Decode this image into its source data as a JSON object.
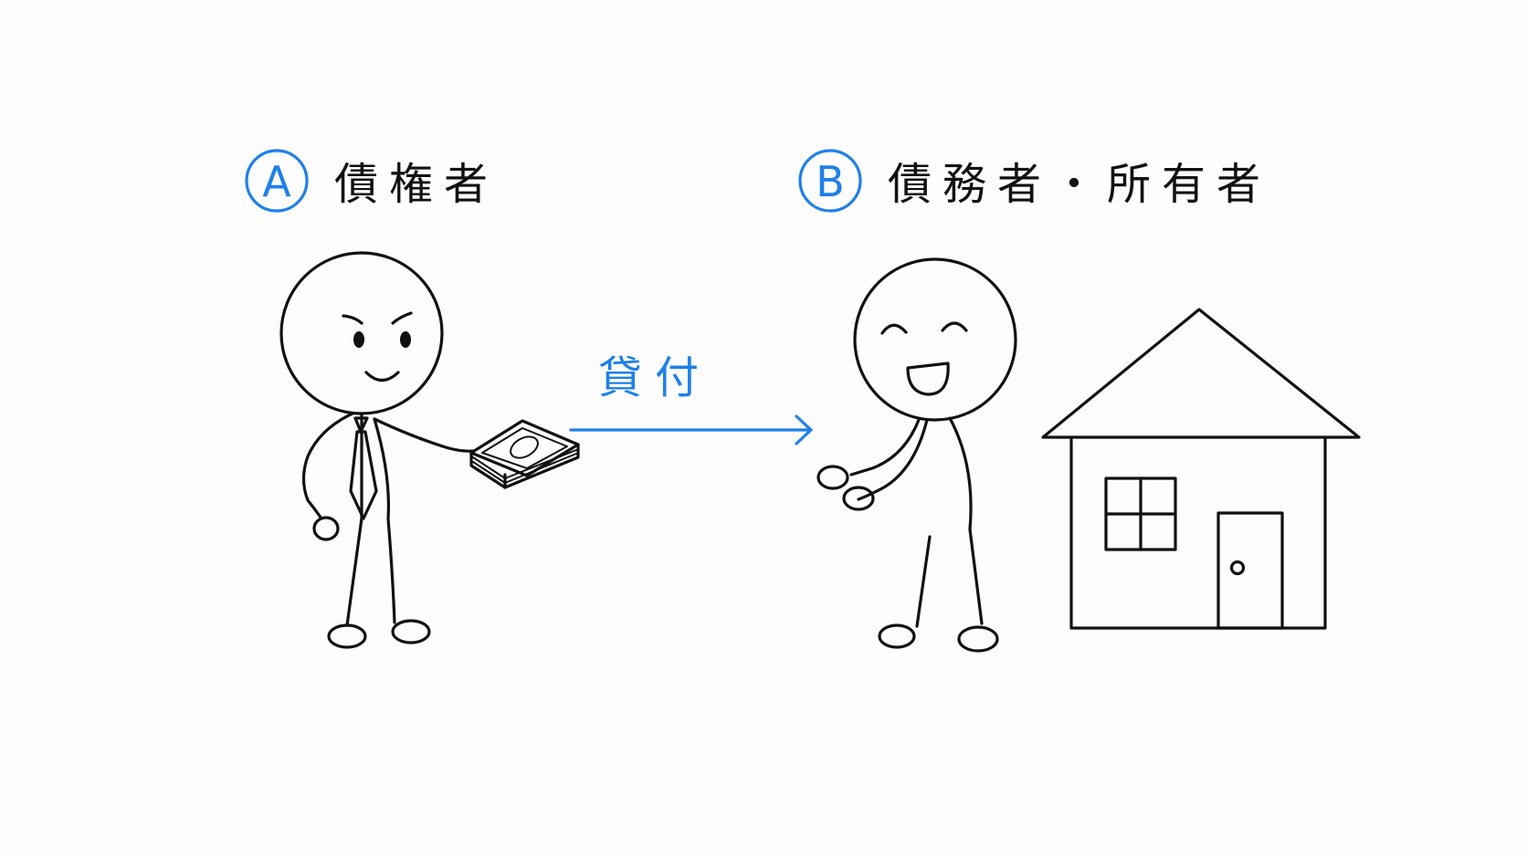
{
  "creditor": {
    "badge": "A",
    "role": "債権者"
  },
  "debtor": {
    "badge": "B",
    "role": "債務者・所有者"
  },
  "action": {
    "label": "貸付"
  },
  "colors": {
    "accent": "#1f80ea",
    "ink": "#111111",
    "background": "#fdfdfd"
  }
}
